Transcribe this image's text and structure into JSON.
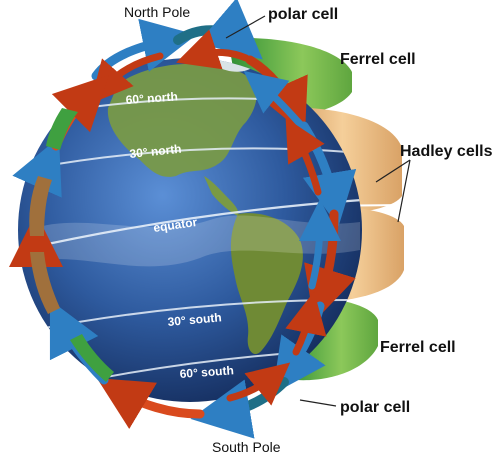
{
  "labels": {
    "north_pole": "North Pole",
    "south_pole": "South Pole",
    "polar_cell_top": "polar cell",
    "polar_cell_bottom": "polar cell",
    "ferrel_cell_top": "Ferrel cell",
    "ferrel_cell_bottom": "Ferrel cell",
    "hadley_cells": "Hadley cells"
  },
  "latitudes": {
    "n60": "60° north",
    "n30": "30° north",
    "equator": "equator",
    "s30": "30° south",
    "s60": "60° south"
  },
  "colors": {
    "cold_flow": "#3b8fd0",
    "warm_flow": "#d94a1e",
    "polar_band": "#1f7f87",
    "ferrel_band": "#3fa040",
    "hadley_band": "#e8b27a",
    "ocean": "#2e5a9e",
    "land": "#6f8f3a"
  }
}
